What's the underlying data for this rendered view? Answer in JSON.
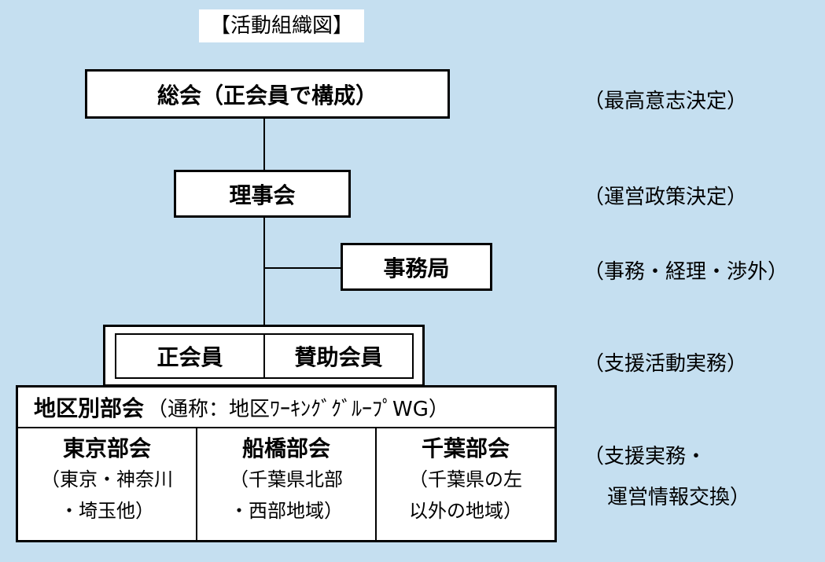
{
  "title": "【活動組織図】",
  "general_meeting": {
    "label": "総会（正会員で構成）",
    "note": "（最高意志決定）"
  },
  "board": {
    "label": "理事会",
    "note": "（運営政策決定）"
  },
  "secretariat": {
    "label": "事務局",
    "note": "（事務・経理・渉外）"
  },
  "members": {
    "regular": "正会員",
    "supporting": "賛助会員",
    "note": "（支援活動実務）"
  },
  "regional": {
    "title": "地区別部会",
    "alias": "（通称：地区ﾜｰｷﾝｸﾞｸﾞﾙｰﾌﾟWG）",
    "note_line1": "（支援実務・",
    "note_line2": "運営情報交換）",
    "branches": [
      {
        "name": "東京部会",
        "area_line1": "（東京・神奈川",
        "area_line2": "・埼玉他）"
      },
      {
        "name": "船橋部会",
        "area_line1": "（千葉県北部",
        "area_line2": "・西部地域）"
      },
      {
        "name": "千葉部会",
        "area_line1": "（千葉県の左",
        "area_line2": "以外の地域）"
      }
    ]
  }
}
